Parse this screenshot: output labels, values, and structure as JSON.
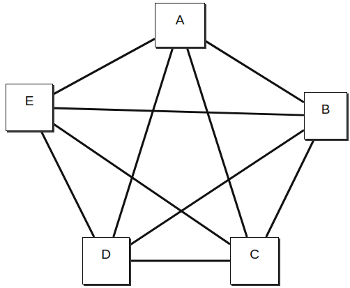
{
  "diagram": {
    "nodes": [
      {
        "text": [
          "A"
        ]
      },
      {
        "text": [
          "E"
        ]
      },
      {
        "text": [
          "B"
        ]
      },
      {
        "text": [
          "D"
        ]
      },
      {
        "text": [
          "C"
        ]
      }
    ],
    "edges": [
      {
        "from": 0,
        "to": 1,
        "arrow": "none"
      },
      {
        "from": 0,
        "to": 2,
        "arrow": "none"
      },
      {
        "from": 1,
        "to": 2,
        "arrow": "none"
      },
      {
        "from": 0,
        "to": 3,
        "arrow": "none"
      },
      {
        "from": 0,
        "to": 4,
        "arrow": "none"
      },
      {
        "from": 1,
        "to": 4,
        "arrow": "none"
      },
      {
        "from": 2,
        "to": 3,
        "arrow": "none"
      },
      {
        "from": 1,
        "to": 3,
        "arrow": "none"
      },
      {
        "from": 2,
        "to": 4,
        "arrow": "none"
      },
      {
        "from": 3,
        "to": 4,
        "arrow": "none"
      }
    ]
  }
}
